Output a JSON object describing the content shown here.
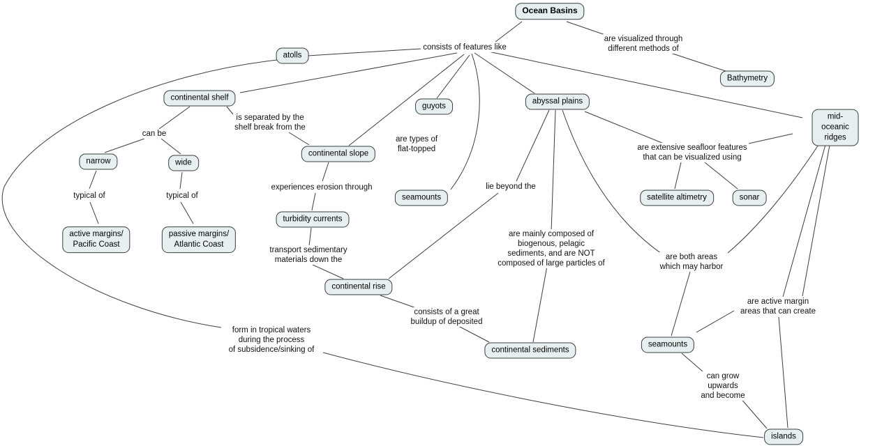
{
  "diagram": {
    "type": "concept-map",
    "topic": "Ocean Basins"
  },
  "colors": {
    "background": "#ffffff",
    "node_fill": "#e8eff0",
    "node_border": "#3a3f42",
    "edge": "#3c3c3c",
    "text": "#000000"
  },
  "concepts": {
    "ocean_basins": {
      "label": "Ocean Basins"
    },
    "atolls": {
      "label": "atolls"
    },
    "bathymetry": {
      "label": "Bathymetry"
    },
    "continental_shelf": {
      "label": "continental shelf"
    },
    "guyots": {
      "label": "guyots"
    },
    "abyssal_plains": {
      "label": "abyssal plains"
    },
    "mid_oceanic_ridges": {
      "label": "mid-oceanic ridges"
    },
    "continental_slope": {
      "label": "continental slope"
    },
    "narrow": {
      "label": "narrow"
    },
    "wide": {
      "label": "wide"
    },
    "seamounts_upper": {
      "label": "seamounts"
    },
    "satellite_altimetry": {
      "label": "satellite altimetry"
    },
    "sonar": {
      "label": "sonar"
    },
    "turbidity_currents": {
      "label": "turbidity currents"
    },
    "active_margins": {
      "label": "active margins/\nPacific Coast"
    },
    "passive_margins": {
      "label": "passive margins/\nAtlantic Coast"
    },
    "continental_rise": {
      "label": "continental rise"
    },
    "continental_sediments": {
      "label": "continental sediments"
    },
    "seamounts_lower": {
      "label": "seamounts"
    },
    "islands": {
      "label": "islands"
    }
  },
  "phrases": {
    "consists_of_features": {
      "text": "consists of features like"
    },
    "visualized_through": {
      "text": "are visualized through\ndifferent methods of"
    },
    "separated_by": {
      "text": "is separated by the\nshelf break from the"
    },
    "can_be": {
      "text": "can be"
    },
    "types_of_flat_topped": {
      "text": "are types of\nflat-topped"
    },
    "typical_of": {
      "text": "typical of"
    },
    "erosion_through": {
      "text": "experiences erosion through"
    },
    "lie_beyond": {
      "text": "lie beyond the"
    },
    "extensive_features": {
      "text": "are extensive seafloor features\nthat can be visualized using"
    },
    "transport_sedimentary": {
      "text": "transport sedimentary\nmaterials down the"
    },
    "mainly_composed": {
      "text": "are mainly composed of\nbiogenous, pelagic\nsediments, and are NOT\ncomposed of large particles of"
    },
    "both_areas": {
      "text": "are both areas\nwhich may harbor"
    },
    "buildup_deposited": {
      "text": "consists of a great\nbuildup of deposited"
    },
    "active_margin_create": {
      "text": "are active margin\nareas that can create"
    },
    "tropical_waters": {
      "text": "form in tropical waters\nduring the process\nof subsidence/sinking of"
    },
    "grow_upwards": {
      "text": "can grow\nupwards\nand become"
    }
  },
  "connections": [
    {
      "from": [
        "ocean_basins"
      ],
      "phrase": "consists_of_features",
      "to": [
        "atolls",
        "continental_shelf",
        "continental_slope",
        "guyots",
        "seamounts_upper",
        "abyssal_plains",
        "mid_oceanic_ridges"
      ]
    },
    {
      "from": [
        "ocean_basins"
      ],
      "phrase": "visualized_through",
      "to": [
        "bathymetry"
      ]
    },
    {
      "from": [
        "continental_shelf"
      ],
      "phrase": "can_be",
      "to": [
        "narrow",
        "wide"
      ]
    },
    {
      "from": [
        "narrow"
      ],
      "phrase": "typical_of",
      "to": [
        "active_margins"
      ]
    },
    {
      "from": [
        "wide"
      ],
      "phrase": "typical_of",
      "to": [
        "passive_margins"
      ]
    },
    {
      "from": [
        "continental_shelf"
      ],
      "phrase": "separated_by",
      "to": [
        "continental_slope"
      ]
    },
    {
      "from": [
        "continental_slope"
      ],
      "phrase": "erosion_through",
      "to": [
        "turbidity_currents"
      ]
    },
    {
      "from": [
        "turbidity_currents"
      ],
      "phrase": "transport_sedimentary",
      "to": [
        "continental_rise"
      ]
    },
    {
      "from": [
        "guyots"
      ],
      "phrase": "types_of_flat_topped",
      "to": [
        "seamounts_upper"
      ]
    },
    {
      "from": [
        "abyssal_plains"
      ],
      "phrase": "lie_beyond",
      "to": [
        "continental_rise"
      ]
    },
    {
      "from": [
        "continental_rise"
      ],
      "phrase": "buildup_deposited",
      "to": [
        "continental_sediments"
      ]
    },
    {
      "from": [
        "abyssal_plains"
      ],
      "phrase": "mainly_composed",
      "to": [
        "continental_sediments"
      ]
    },
    {
      "from": [
        "abyssal_plains",
        "mid_oceanic_ridges"
      ],
      "phrase": "extensive_features",
      "to": [
        "satellite_altimetry",
        "sonar"
      ]
    },
    {
      "from": [
        "abyssal_plains",
        "mid_oceanic_ridges"
      ],
      "phrase": "both_areas",
      "to": [
        "seamounts_lower"
      ]
    },
    {
      "from": [
        "mid_oceanic_ridges"
      ],
      "phrase": "active_margin_create",
      "to": [
        "seamounts_lower",
        "islands"
      ]
    },
    {
      "from": [
        "seamounts_lower"
      ],
      "phrase": "grow_upwards",
      "to": [
        "islands"
      ]
    },
    {
      "from": [
        "atolls"
      ],
      "phrase": "tropical_waters",
      "to": [
        "islands"
      ]
    }
  ]
}
